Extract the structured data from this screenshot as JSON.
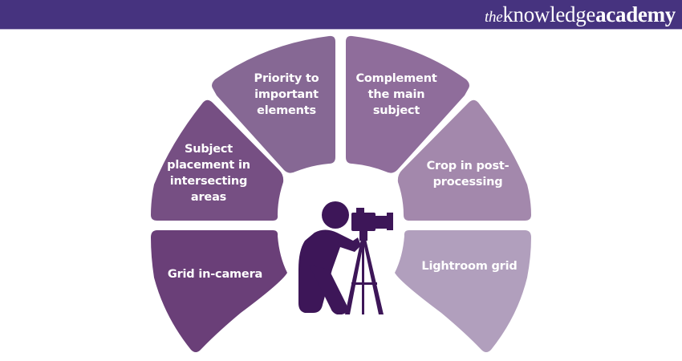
{
  "header": {
    "background": "#46337f",
    "brand_the": "the",
    "brand_knowledge": "knowledge",
    "brand_academy": "academy"
  },
  "diagram": {
    "center_icon": "photographer-with-tripod-camera-icon",
    "icon_color": "#3d1658",
    "segments": [
      {
        "label_lines": [
          "Grid in-camera"
        ],
        "color": "#6a3f78"
      },
      {
        "label_lines": [
          "Subject",
          "placement in",
          "intersecting",
          "areas"
        ],
        "color": "#764f83"
      },
      {
        "label_lines": [
          "Priority to",
          "important",
          "elements"
        ],
        "color": "#866894"
      },
      {
        "label_lines": [
          "Complement",
          "the main",
          "subject"
        ],
        "color": "#8f6d9b"
      },
      {
        "label_lines": [
          "Crop in post-",
          "processing"
        ],
        "color": "#a388ac"
      },
      {
        "label_lines": [
          "Lightroom grid"
        ],
        "color": "#b19fbd"
      }
    ]
  }
}
